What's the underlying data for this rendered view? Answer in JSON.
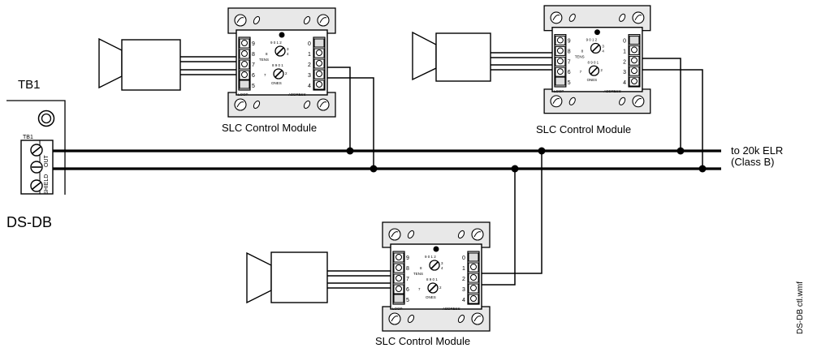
{
  "tb1_title": "TB1",
  "tb1_board_label": "TB1",
  "terminal_out_label": "OUT",
  "terminal_shield_label": "SHIELD",
  "device_label": "DS-DB",
  "elr_label_line1": "to 20k ELR",
  "elr_label_line2": "(Class B)",
  "file_label": "DS-DB ctl.wmf",
  "modules": [
    {
      "caption": "SLC Control Module"
    },
    {
      "caption": "SLC Control Module"
    },
    {
      "caption": "SLC Control Module"
    }
  ],
  "module_text": {
    "loop": "LOOP",
    "address": "ADDRESS",
    "tens": "TENS",
    "ones": "ONES",
    "left_terminals": [
      "9",
      "8",
      "7",
      "6",
      "5"
    ],
    "right_terminals": [
      "0",
      "1",
      "2",
      "3",
      "4"
    ]
  }
}
